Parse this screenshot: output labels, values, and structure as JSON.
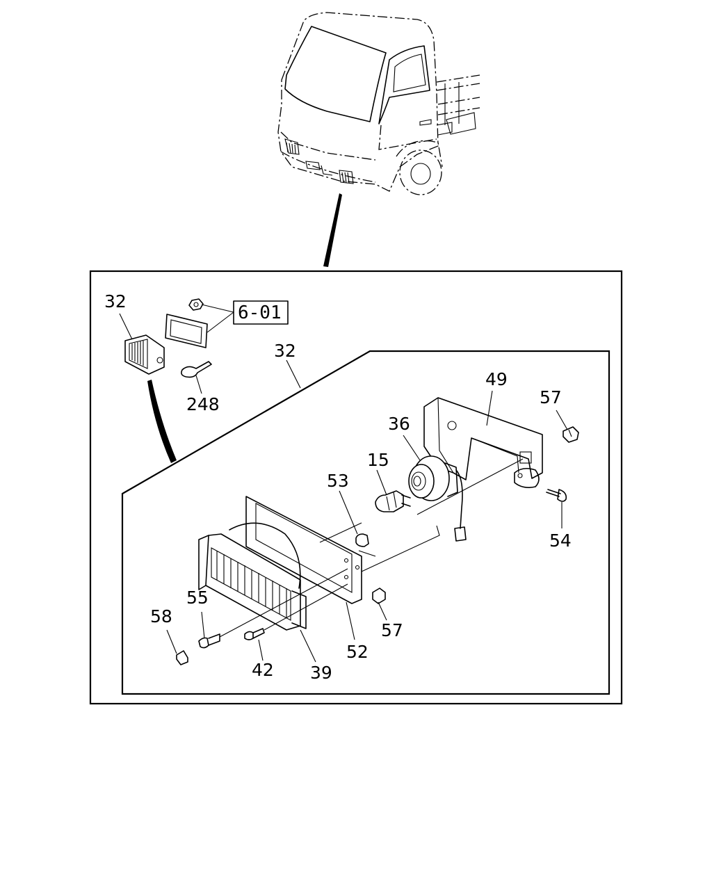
{
  "section_ref": "6-01",
  "callouts": {
    "c32_inset": "32",
    "c32_main": "32",
    "c248": "248",
    "c49": "49",
    "c57_top": "57",
    "c36": "36",
    "c15": "15",
    "c53": "53",
    "c54": "54",
    "c55": "55",
    "c58": "58",
    "c42": "42",
    "c39": "39",
    "c52": "52",
    "c57_bottom": "57"
  }
}
